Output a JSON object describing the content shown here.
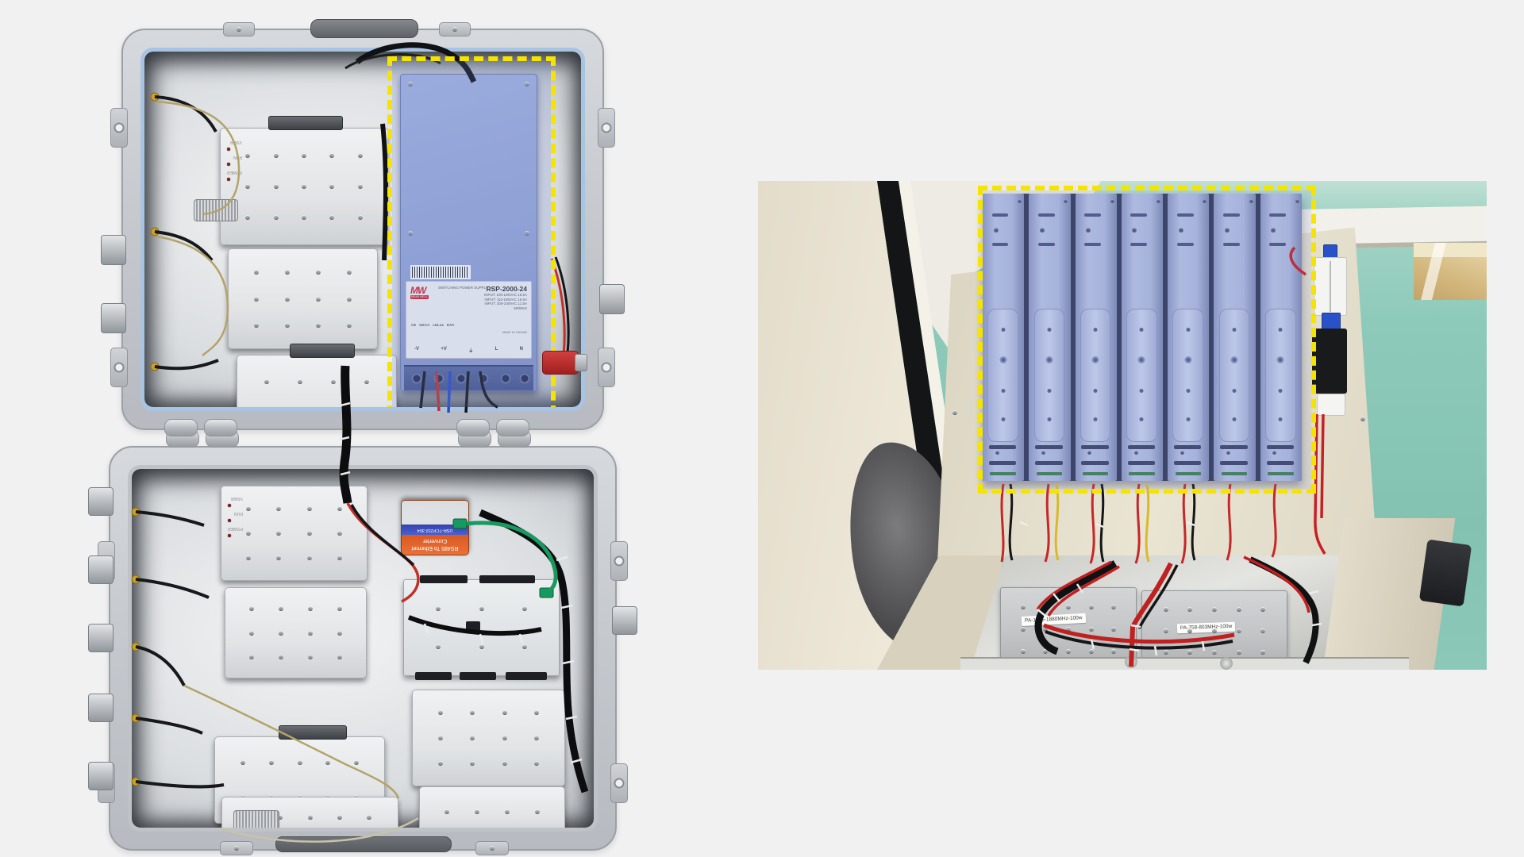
{
  "colors": {
    "canvas_bg": "#F1F1F2",
    "highlight_yellow": "#F4E400",
    "highlight_blue_overlay": "rgba(115,135,215,0.22)",
    "psu_blue": "#97A7D5",
    "heatsink_blue": "#AEB9DC",
    "teal_floor": "#8CC8B8",
    "cabinet_beige": "#E5DFCE",
    "wire_red": "#C42828",
    "wire_black": "#141517",
    "ethernet_green": "#17995F",
    "converter_orange": "#E2622B",
    "converter_blue": "#3A4FC2",
    "mw_red": "#D9232A"
  },
  "left_photo": {
    "psu": {
      "brand": "MW",
      "brand_name": "MEAN WELL",
      "tagline": "SWITCHING POWER SUPPLY",
      "model": "RSP-2000-24",
      "spec_lines": [
        "INPUT: 100-105VAC 15.5A",
        "INPUT: 110-195VAC 16.5A",
        "INPUT: 200-240VAC 11.5A"
      ],
      "freq_line": "50/60Hz",
      "made_in": "MADE IN TAIWAN",
      "terminals": [
        "-V",
        "+V",
        "⏚",
        "L",
        "N"
      ],
      "certs": [
        "CE",
        "UKCA",
        "cULus",
        "EAC"
      ]
    },
    "converter": {
      "line1": "RS485 To Ethernet",
      "line2": "Converter",
      "model": "USR-TCP232-304"
    },
    "module_leds": [
      "VSWR",
      "RUN",
      "POWER"
    ]
  },
  "right_photo": {
    "heatsink_fin_count": 7,
    "pa_labels": [
      "PA-1805-1880MHz-100w",
      "PA-758-803MHz-100w"
    ]
  }
}
